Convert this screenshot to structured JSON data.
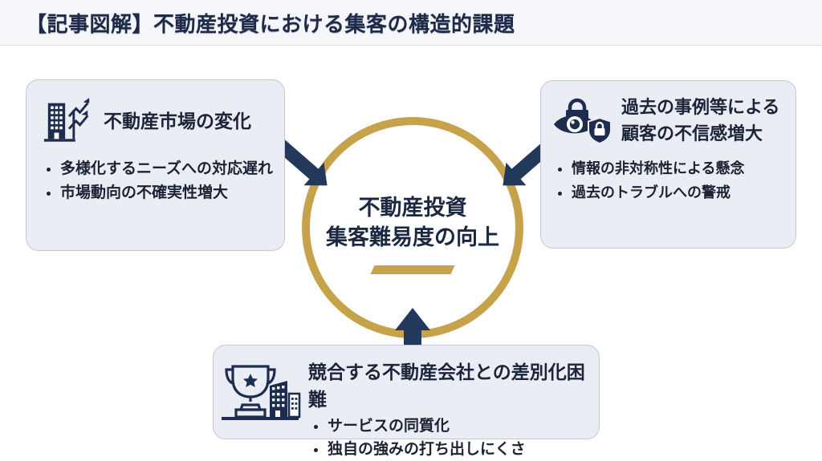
{
  "header": {
    "title": "【記事図解】不動産投資における集客の構造的課題"
  },
  "center_circle": {
    "line1": "不動産投資",
    "line2": "集客難易度の向上"
  },
  "cards": {
    "market": {
      "icon": "building-chart-icon",
      "heading": "不動産市場の変化",
      "bullets": [
        "多様化するニーズへの対応遅れ",
        "市場動向の不確実性増大"
      ]
    },
    "distrust": {
      "icon": "eye-lock-shield-icon",
      "heading": "過去の事例等による\n顧客の不信感増大",
      "bullets": [
        "情報の非対称性による懸念",
        "過去のトラブルへの警戒"
      ]
    },
    "competition": {
      "icon": "trophy-buildings-icon",
      "heading": "競合する不動産会社との差別化困難",
      "bullets": [
        "サービスの同質化",
        "独自の強みの打ち出しにくさ"
      ]
    }
  },
  "colors": {
    "navy": "#1e2d4f",
    "arrow_navy": "#23395b",
    "gold": "#c6a24b",
    "card_bg": "#eaedf3",
    "card_border": "#c5c8d2",
    "header_bg": "#f5f6f9",
    "text": "#1b2438"
  }
}
